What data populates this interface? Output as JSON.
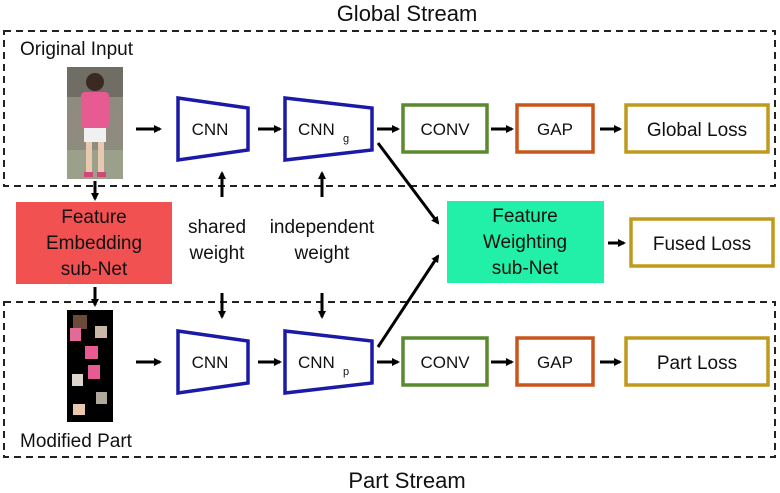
{
  "stream_titles": {
    "global": "Global Stream",
    "part": "Part Stream"
  },
  "inputs": {
    "original": "Original Input",
    "modified": "Modified Part"
  },
  "feature_embedding": {
    "line1": "Feature",
    "line2": "Embedding",
    "line3": "sub-Net",
    "color": "#f25152"
  },
  "feature_weighting": {
    "line1": "Feature",
    "line2": "Weighting",
    "line3": "sub-Net",
    "color": "#22f0a8"
  },
  "weights": {
    "shared_line1": "shared",
    "shared_line2": "weight",
    "independent_line1": "independent",
    "independent_line2": "weight"
  },
  "global_stream": {
    "cnn": "CNN",
    "cnn_g": "CNN",
    "cnn_g_sub": "g",
    "conv": "CONV",
    "gap": "GAP",
    "loss": "Global Loss"
  },
  "part_stream": {
    "cnn": "CNN",
    "cnn_p": "CNN",
    "cnn_p_sub": "p",
    "conv": "CONV",
    "gap": "GAP",
    "loss": "Part Loss"
  },
  "fused_loss": "Fused Loss",
  "colors": {
    "cnn_border": "#1a1aa6",
    "conv_border": "#5a8a2e",
    "gap_border": "#c8561c",
    "loss_border": "#c09a1c"
  }
}
